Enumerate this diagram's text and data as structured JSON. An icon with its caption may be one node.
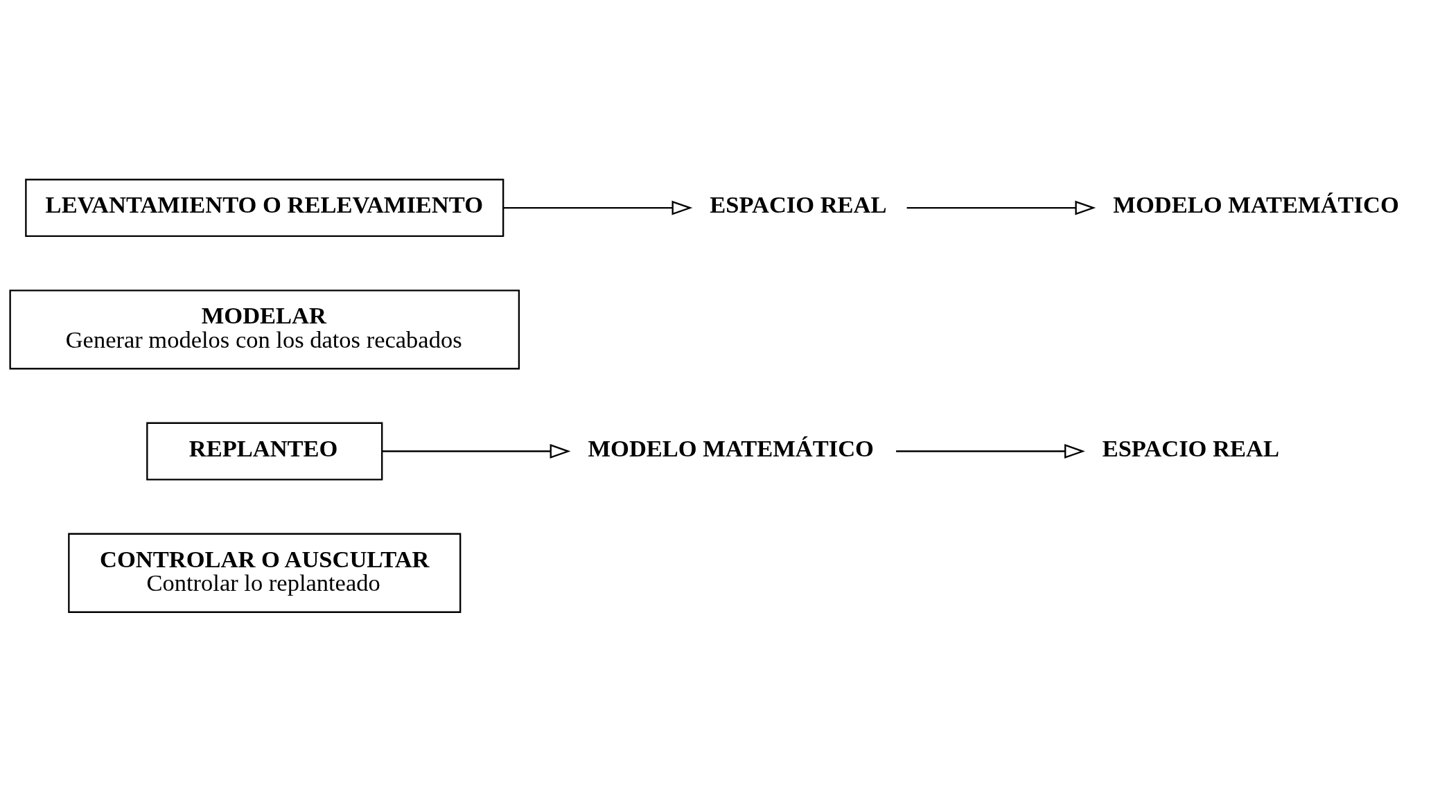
{
  "diagram": {
    "nodes": [
      {
        "text": [
          "LEVANTAMIENTO O RELEVAMIENTO"
        ]
      },
      {
        "text": [
          "ESPACIO REAL"
        ]
      },
      {
        "text": [
          "MODELO MATEMÁTICO"
        ]
      },
      {
        "text": [
          "MODELAR",
          "Generar modelos con los datos recabados"
        ]
      },
      {
        "text": [
          "REPLANTEO"
        ]
      },
      {
        "text": [
          "MODELO MATEMÁTICO"
        ]
      },
      {
        "text": [
          "ESPACIO REAL"
        ]
      },
      {
        "text": [
          "CONTROLAR O AUSCULTAR",
          "Controlar lo replanteado"
        ]
      }
    ],
    "edges": [
      {
        "from": 0,
        "to": 1,
        "arrow": "to"
      },
      {
        "from": 1,
        "to": 2,
        "arrow": "to"
      },
      {
        "from": 4,
        "to": 5,
        "arrow": "to"
      },
      {
        "from": 5,
        "to": 6,
        "arrow": "to"
      }
    ]
  }
}
